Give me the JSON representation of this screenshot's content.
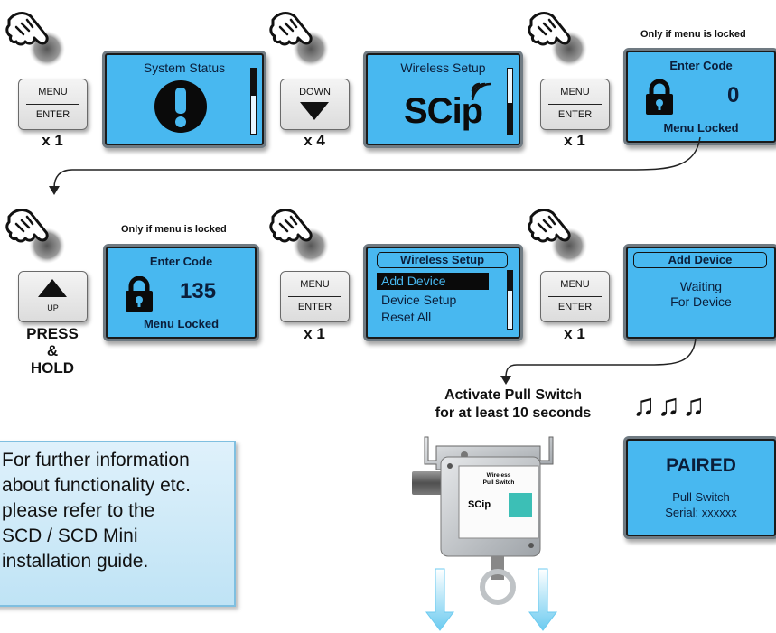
{
  "colors": {
    "screen_blue": "#48b8f0",
    "dark": "#111111",
    "arrow_blue": "#6ccbf0",
    "info_bg": "#cfe9f7"
  },
  "buttons": {
    "menu_top": "MENU",
    "menu_bottom": "ENTER",
    "down_label": "DOWN",
    "up_label": "UP"
  },
  "counts": {
    "step1": "x 1",
    "step2": "x 4",
    "step3": "x 1",
    "step5": "x 1",
    "step6": "x 1"
  },
  "press_hold": {
    "line1": "PRESS",
    "line2": "&",
    "line3": "HOLD"
  },
  "notes": {
    "locked1": "Only if menu is locked",
    "locked2": "Only if menu is locked"
  },
  "screens": {
    "system_status": {
      "title": "System Status",
      "icon": "exclamation-icon"
    },
    "wireless_setup": {
      "title": "Wireless Setup",
      "logo": "SCip",
      "icon": "wireless-signal-icon"
    },
    "enter_code_1": {
      "title": "Enter Code",
      "code": "0",
      "footer": "Menu Locked",
      "icon": "lock-icon"
    },
    "enter_code_2": {
      "title": "Enter Code",
      "code": "135",
      "footer": "Menu Locked",
      "icon": "lock-icon"
    },
    "wireless_menu": {
      "title": "Wireless Setup",
      "items": [
        "Add Device",
        "Device Setup",
        "Reset All"
      ],
      "selected": "Add Device"
    },
    "add_device": {
      "title": "Add Device",
      "line1": "Waiting",
      "line2": "For Device"
    },
    "paired": {
      "title": "PAIRED",
      "line1": "Pull Switch",
      "line2": "Serial: xxxxxx"
    }
  },
  "activate": {
    "line1": "Activate Pull Switch",
    "line2": "for at least 10 seconds"
  },
  "music_notes": "♫♫♫",
  "device": {
    "label1": "Wireless",
    "label2": "Pull Switch",
    "logo": "SCip"
  },
  "info_text": [
    "For further information",
    "about functionality etc.",
    "please refer to the",
    "SCD / SCD Mini",
    "installation guide."
  ]
}
